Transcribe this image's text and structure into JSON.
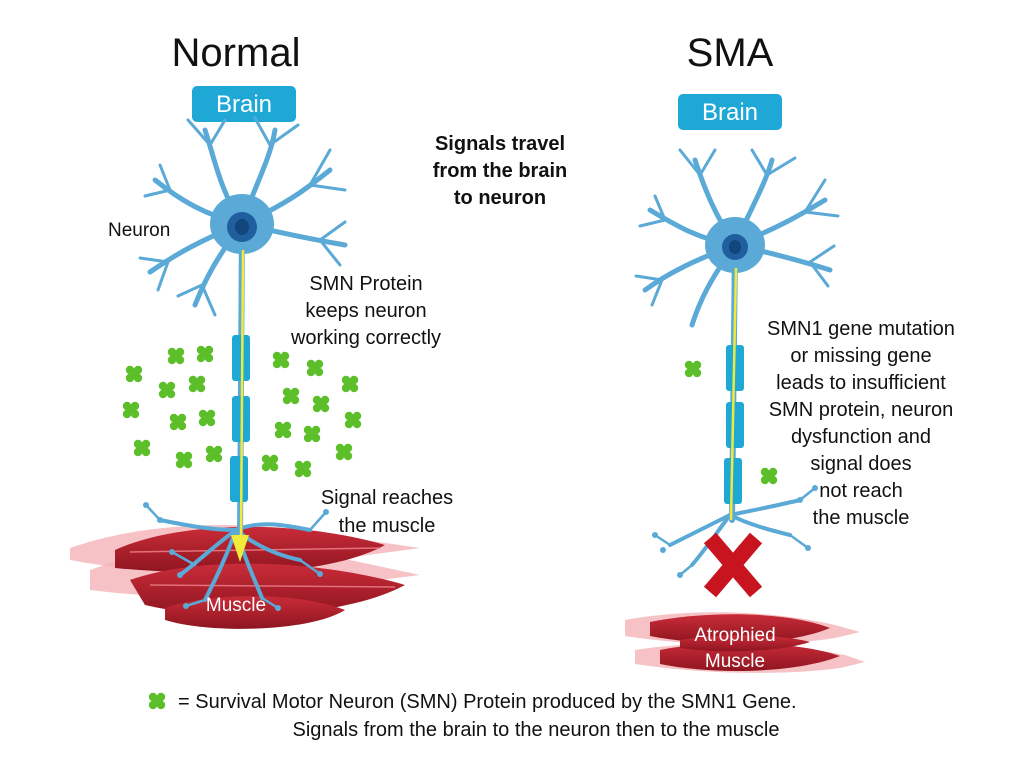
{
  "normal": {
    "title": "Normal",
    "brain_label": "Brain",
    "neuron_label": "Neuron",
    "protein_note": [
      "SMN Protein",
      "keeps neuron",
      "working correctly"
    ],
    "signal_note": [
      "Signal reaches",
      "the muscle"
    ],
    "muscle_label": "Muscle"
  },
  "center_note": [
    "Signals travel",
    "from the brain",
    "to neuron"
  ],
  "sma": {
    "title": "SMA",
    "brain_label": "Brain",
    "mutation_note": [
      "SMN1 gene mutation",
      "or missing gene",
      "leads to insufficient",
      "SMN protein, neuron",
      "dysfunction and",
      "signal does",
      "not reach",
      "the muscle"
    ],
    "muscle_label": [
      "Atrophied",
      "Muscle"
    ]
  },
  "legend": {
    "line1": "= Survival Motor Neuron (SMN) Protein produced by the SMN1 Gene.",
    "line2": "Signals from the brain to the neuron then to the muscle"
  },
  "colors": {
    "neuron": "#5aa9d6",
    "brain_box": "#1fa8d6",
    "nucleus": "#1f5f9e",
    "signal": "#f2ea3a",
    "protein": "#5cbf2a",
    "muscle": "#b01e2a",
    "x_mark": "#c8141e"
  }
}
